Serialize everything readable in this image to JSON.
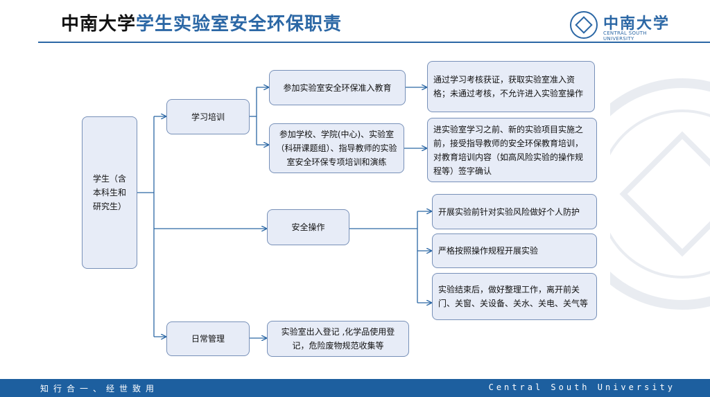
{
  "header": {
    "title_black": "中南大学",
    "title_blue": "学生实验室安全环保职责"
  },
  "logo": {
    "cn": "中南大学",
    "en": "CENTRAL SOUTH UNIVERSITY"
  },
  "diagram": {
    "root": "学生（含本科生和研究生）",
    "categories": {
      "training": "学习培训",
      "safety": "安全操作",
      "daily": "日常管理"
    },
    "items": {
      "education": "参加实验室安全环保准入教育",
      "special_training": "参加学校、学院(中心)、实验室（科研课题组）、指导教师的实验室安全环保专项培训和演练",
      "daily_record": "实验室出入登记 ,化学品使用登记，危险废物规范收集等"
    },
    "details": {
      "access": "通过学习考核获证，获取实验室准入资格；未通过考核，不允许进入实验室操作",
      "before_experiment": "进实验室学习之前、新的实验项目实施之前，接受指导教师的安全环保教育培训，对教育培训内容（如高风险实验的操作规程等）签字确认",
      "protection": "开展实验前针对实验风险做好个人防护",
      "procedure": "严格按照操作规程开展实验",
      "after_experiment": "实验结束后，做好整理工作，离开前关门、关窗、关设备、关水、关电、关气等"
    }
  },
  "footer": {
    "motto": "知行合一、经世致用",
    "university": "Central South University"
  },
  "colors": {
    "accent": "#2b67a5",
    "box_fill": "#e7ecf7",
    "box_border": "#7790b8",
    "footer_bar": "#1d5f9f"
  }
}
